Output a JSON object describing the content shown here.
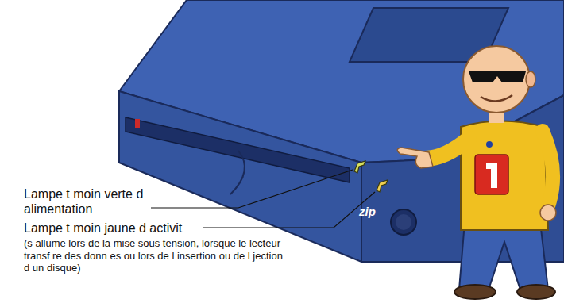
{
  "diagram": {
    "labels": [
      "Lampe t moin verte d alimentation",
      "Lampe t moin jaune d activit",
      "(s allume lors de la mise sous tension, lorsque le lecteur transf re des donn es ou lors de l insertion ou de l jection d un disque)",
      "zip"
    ]
  }
}
